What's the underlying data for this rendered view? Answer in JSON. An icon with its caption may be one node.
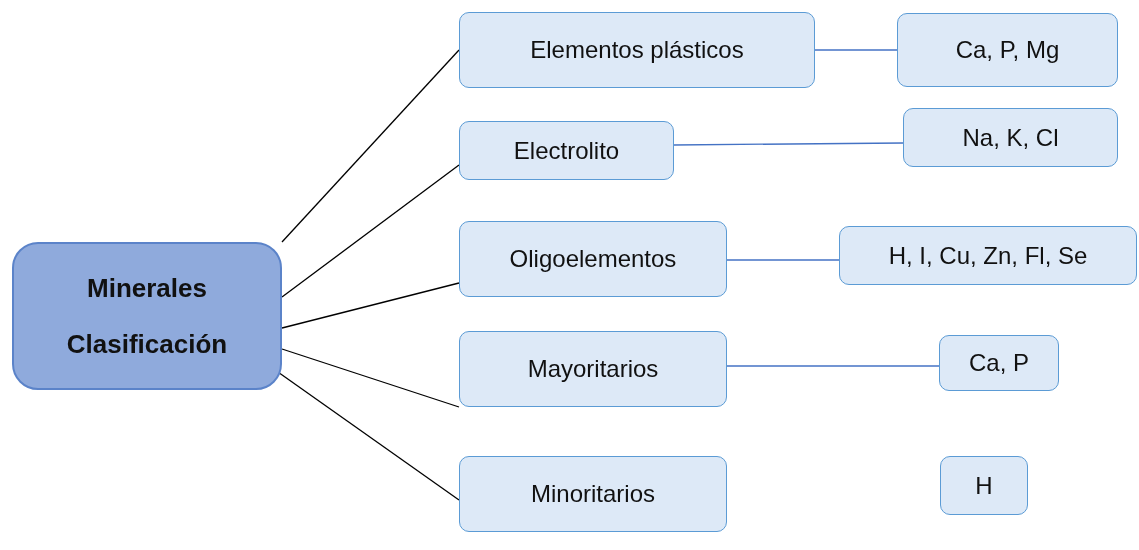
{
  "diagram": {
    "nodes": [
      {
        "text": [
          "Minerales Clasificación"
        ]
      },
      {
        "text": [
          "Elementos plásticos"
        ]
      },
      {
        "text": [
          "Electrolito"
        ]
      },
      {
        "text": [
          "Oligoelementos"
        ]
      },
      {
        "text": [
          "Mayoritarios"
        ]
      },
      {
        "text": [
          "Minoritarios"
        ]
      },
      {
        "text": [
          "Ca, P, Mg"
        ]
      },
      {
        "text": [
          "Na, K, Cl"
        ]
      },
      {
        "text": [
          "H, I, Cu, Zn, Fl, Se"
        ]
      },
      {
        "text": [
          "Ca, P"
        ]
      },
      {
        "text": [
          "H"
        ]
      }
    ],
    "edges": [
      {
        "from": 0,
        "to": 1,
        "arrow": "none"
      },
      {
        "from": 0,
        "to": 2,
        "arrow": "none"
      },
      {
        "from": 0,
        "to": 3,
        "arrow": "none"
      },
      {
        "from": 0,
        "to": 4,
        "arrow": "none"
      },
      {
        "from": 0,
        "to": 5,
        "arrow": "none"
      },
      {
        "from": 1,
        "to": 6,
        "arrow": "none",
        "color": "#4472c4"
      },
      {
        "from": 2,
        "to": 7,
        "arrow": "none",
        "color": "#4472c4"
      },
      {
        "from": 3,
        "to": 8,
        "arrow": "none",
        "color": "#4472c4"
      },
      {
        "from": 4,
        "to": 9,
        "arrow": "none",
        "color": "#4472c4"
      }
    ]
  }
}
